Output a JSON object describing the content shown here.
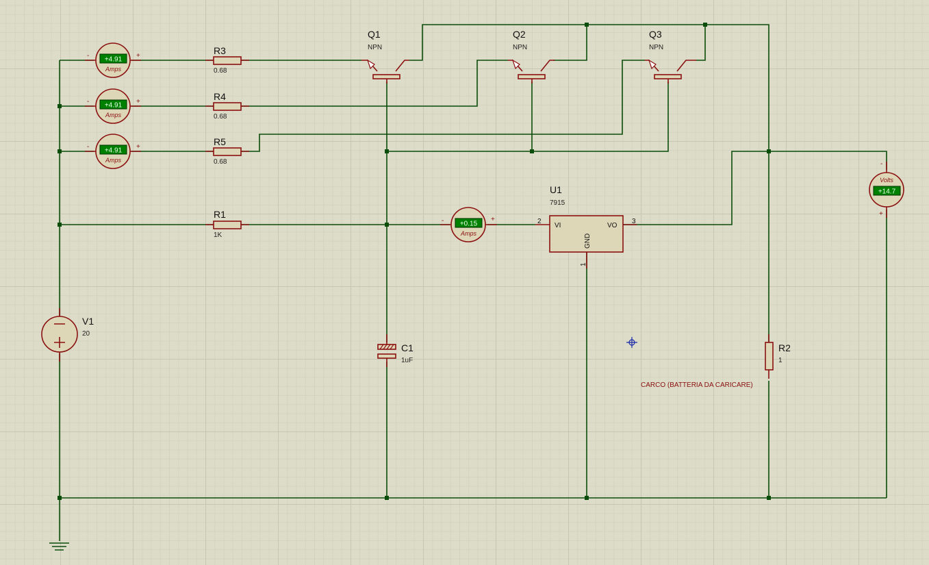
{
  "ammeters": [
    {
      "reading": "+4.91",
      "unit": "Amps",
      "minus": "-",
      "plus": "+"
    },
    {
      "reading": "+4.91",
      "unit": "Amps",
      "minus": "-",
      "plus": "+"
    },
    {
      "reading": "+4.91",
      "unit": "Amps",
      "minus": "-",
      "plus": "+"
    },
    {
      "reading": "+0.15",
      "unit": "Amps",
      "minus": "-",
      "plus": "+"
    }
  ],
  "voltmeter": {
    "reading": "+14.7",
    "unit": "Volts",
    "minus": "-",
    "plus": "+"
  },
  "resistors": {
    "r3": {
      "ref": "R3",
      "value": "0.68"
    },
    "r4": {
      "ref": "R4",
      "value": "0.68"
    },
    "r5": {
      "ref": "R5",
      "value": "0.68"
    },
    "r1": {
      "ref": "R1",
      "value": "1K"
    },
    "r2": {
      "ref": "R2",
      "value": "1"
    }
  },
  "transistors": {
    "q1": {
      "ref": "Q1",
      "type": "NPN"
    },
    "q2": {
      "ref": "Q2",
      "type": "NPN"
    },
    "q3": {
      "ref": "Q3",
      "type": "NPN"
    }
  },
  "regulator": {
    "ref": "U1",
    "part": "7915",
    "pin_vi": "VI",
    "pin_vo": "VO",
    "pin_gnd": "GND",
    "pin1": "1",
    "pin2": "2",
    "pin3": "3"
  },
  "source": {
    "ref": "V1",
    "value": "20"
  },
  "capacitor": {
    "ref": "C1",
    "value": "1uF"
  },
  "load_note": "CARCO (BATTERIA DA CARICARE)",
  "colors": {
    "wire": "#0b4d0b",
    "component": "#8b1010",
    "lcd": "#008000",
    "background": "#dcdcc8"
  }
}
